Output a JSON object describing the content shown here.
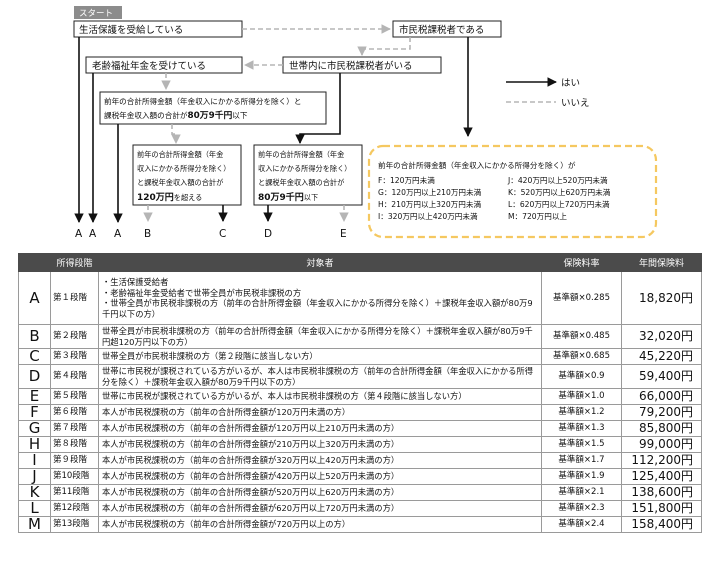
{
  "flowchart": {
    "start_label": "スタート",
    "q_welfare": "生活保護を受給している",
    "q_tax_exempt": "市民税課税者である",
    "q_pension": "老齢福祉年金を受けている",
    "q_household": "世帯内に市民税課税者がいる",
    "q_income_l1": "前年の合計所得金額（年金収入にかかる所得分を除く）と",
    "q_income_l2a": "課税年金収入額の合計が",
    "q_income_l2b": "80万9千円",
    "q_income_l2c": "以下",
    "q_sub1": [
      "前年の合計所得金額（年金",
      "収入にかかる所得分を除く）",
      "と課税年金収入額の合計が"
    ],
    "q_sub1_last_a": "120万円",
    "q_sub1_last_b": "を超える",
    "q_sub2": [
      "前年の合計所得金額（年金",
      "収入にかかる所得分を除く）",
      "と課税年金収入額の合計が"
    ],
    "q_sub2_last_a": "80万9千円",
    "q_sub2_last_b": "以下",
    "legend_yes": "はい",
    "legend_no": "いいえ",
    "leaves": [
      "A",
      "A",
      "A",
      "B",
      "C",
      "D",
      "E"
    ],
    "income_box": {
      "title": "前年の合計所得金額（年金収入にかかる所得分を除く）が",
      "items": [
        [
          "F：120万円未満",
          "J：420万円以上520万円未満"
        ],
        [
          "G：120万円以上210万円未満",
          "K：520万円以上620万円未満"
        ],
        [
          "H：210万円以上320万円未満",
          "L：620万円以上720万円未満"
        ],
        [
          "I：320万円以上420万円未満",
          "M：720万円以上"
        ]
      ]
    },
    "colors": {
      "income_border": "#f5c860",
      "dashed": "#b5b5b5",
      "start_bg": "#8c8c8c"
    }
  },
  "table": {
    "headers": [
      "",
      "所得段階",
      "対象者",
      "保険料率",
      "年間保険料"
    ],
    "rowA": {
      "code": "A",
      "stage": "第１段階",
      "lines": [
        "・生活保護受給者",
        "・老齢福祉年金受給者で世帯全員が市民税非課税の方",
        "・世帯全員が市民税非課税の方（前年の合計所得金額（年金収入にかかる所得分を除く）＋課税年金収入額が80万9千円以下の方）"
      ],
      "rate": "基準額×0.285",
      "amount": "18,820円"
    },
    "rows": [
      {
        "code": "B",
        "stage": "第２段階",
        "desc": "世帯全員が市民税非課税の方（前年の合計所得金額（年金収入にかかる所得分を除く）＋課税年金収入額が80万9千円超120万円以下の方）",
        "rate": "基準額×0.485",
        "amount": "32,020円"
      },
      {
        "code": "C",
        "stage": "第３段階",
        "desc": "世帯全員が市民税非課税の方（第２段階に該当しない方）",
        "rate": "基準額×0.685",
        "amount": "45,220円"
      },
      {
        "code": "D",
        "stage": "第４段階",
        "desc": "世帯に市民税が課税されている方がいるが、本人は市民税非課税の方（前年の合計所得金額（年金収入にかかる所得分を除く）＋課税年金収入額が80万9千円以下の方）",
        "rate": "基準額×0.9",
        "amount": "59,400円"
      },
      {
        "code": "E",
        "stage": "第５段階",
        "desc": "世帯に市民税が課税されている方がいるが、本人は市民税非課税の方（第４段階に該当しない方）",
        "rate": "基準額×1.0",
        "amount": "66,000円"
      },
      {
        "code": "F",
        "stage": "第６段階",
        "desc": "本人が市民税課税の方（前年の合計所得金額が120万円未満の方）",
        "rate": "基準額×1.2",
        "amount": "79,200円"
      },
      {
        "code": "G",
        "stage": "第７段階",
        "desc": "本人が市民税課税の方（前年の合計所得金額が120万円以上210万円未満の方）",
        "rate": "基準額×1.3",
        "amount": "85,800円"
      },
      {
        "code": "H",
        "stage": "第８段階",
        "desc": "本人が市民税課税の方（前年の合計所得金額が210万円以上320万円未満の方）",
        "rate": "基準額×1.5",
        "amount": "99,000円"
      },
      {
        "code": "I",
        "stage": "第９段階",
        "desc": "本人が市民税課税の方（前年の合計所得金額が320万円以上420万円未満の方）",
        "rate": "基準額×1.7",
        "amount": "112,200円"
      },
      {
        "code": "J",
        "stage": "第10段階",
        "desc": "本人が市民税課税の方（前年の合計所得金額が420万円以上520万円未満の方）",
        "rate": "基準額×1.9",
        "amount": "125,400円"
      },
      {
        "code": "K",
        "stage": "第11段階",
        "desc": "本人が市民税課税の方（前年の合計所得金額が520万円以上620万円未満の方）",
        "rate": "基準額×2.1",
        "amount": "138,600円"
      },
      {
        "code": "L",
        "stage": "第12段階",
        "desc": "本人が市民税課税の方（前年の合計所得金額が620万円以上720万円未満の方）",
        "rate": "基準額×2.3",
        "amount": "151,800円"
      },
      {
        "code": "M",
        "stage": "第13段階",
        "desc": "本人が市民税課税の方（前年の合計所得金額が720万円以上の方）",
        "rate": "基準額×2.4",
        "amount": "158,400円"
      }
    ]
  }
}
